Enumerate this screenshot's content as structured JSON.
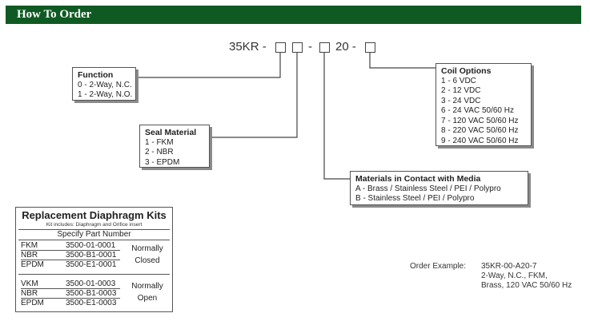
{
  "header": {
    "title": "How To Order"
  },
  "code": {
    "prefix": "35KR -",
    "dash1": "-",
    "mid": "20 -"
  },
  "function": {
    "title": "Function",
    "items": [
      "0 - 2-Way, N.C.",
      "1 - 2-Way, N.O."
    ]
  },
  "seal": {
    "title": "Seal Material",
    "items": [
      "1 -  FKM",
      "2 -  NBR",
      "3 -  EPDM"
    ]
  },
  "materials": {
    "title": "Materials in Contact with Media",
    "items": [
      "A - Brass / Stainless Steel / PEI / Polypro",
      "B - Stainless Steel / PEI / Polypro"
    ]
  },
  "coil": {
    "title": "Coil Options",
    "items": [
      "1 - 6 VDC",
      "2 - 12 VDC",
      "3 - 24 VDC",
      "6 - 24 VAC 50/60 Hz",
      "7 - 120 VAC 50/60 Hz",
      "8 - 220 VAC 50/60 Hz",
      "9 - 240 VAC 50/60 Hz"
    ]
  },
  "kits": {
    "title": "Replacement Diaphragm Kits",
    "note": "Kit includes:  Diaphragm and Orifice insert",
    "subheader": "Specify Part Number",
    "group1": {
      "rows": [
        {
          "material": "FKM",
          "part": "3500-01-0001"
        },
        {
          "material": "NBR",
          "part": "3500-B1-0001"
        },
        {
          "material": "EPDM",
          "part": "3500-E1-0001"
        }
      ],
      "status_line1": "Normally",
      "status_line2": "Closed"
    },
    "group2": {
      "rows": [
        {
          "material": "VKM",
          "part": "3500-01-0003"
        },
        {
          "material": "NBR",
          "part": "3500-B1-0003"
        },
        {
          "material": "EPDM",
          "part": "3500-E1-0003"
        }
      ],
      "status_line1": "Normally",
      "status_line2": "Open"
    }
  },
  "order_example": {
    "label": "Order Example:",
    "code": "35KR-00-A20-7",
    "line2": "2-Way, N.C., FKM,",
    "line3": "Brass, 120 VAC 50/60 Hz"
  }
}
